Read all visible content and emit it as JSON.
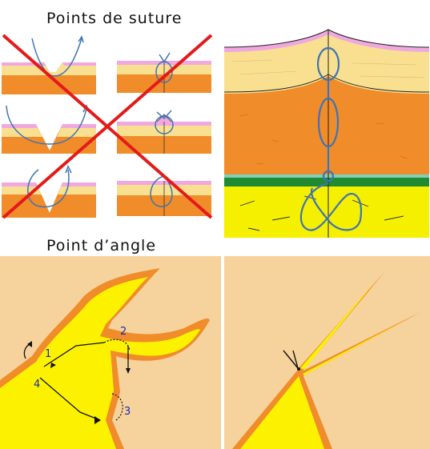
{
  "titles": {
    "sutures": "Points de suture",
    "angle": "Point d’angle"
  },
  "labels": {
    "n1": "1",
    "n2": "2",
    "n3": "3",
    "n4": "4"
  },
  "colors": {
    "skin_pink": "#f0a8e0",
    "dermis_yellow": "#f8e090",
    "tissue_orange": "#f08c2a",
    "fat_yellow": "#f4f000",
    "muscle_green": "#1f8a32",
    "suture_blue": "#3f74b4",
    "cross_red": "#e41a1a",
    "background_tan": "#f6d29c",
    "flap_yellow": "#fcf200"
  }
}
